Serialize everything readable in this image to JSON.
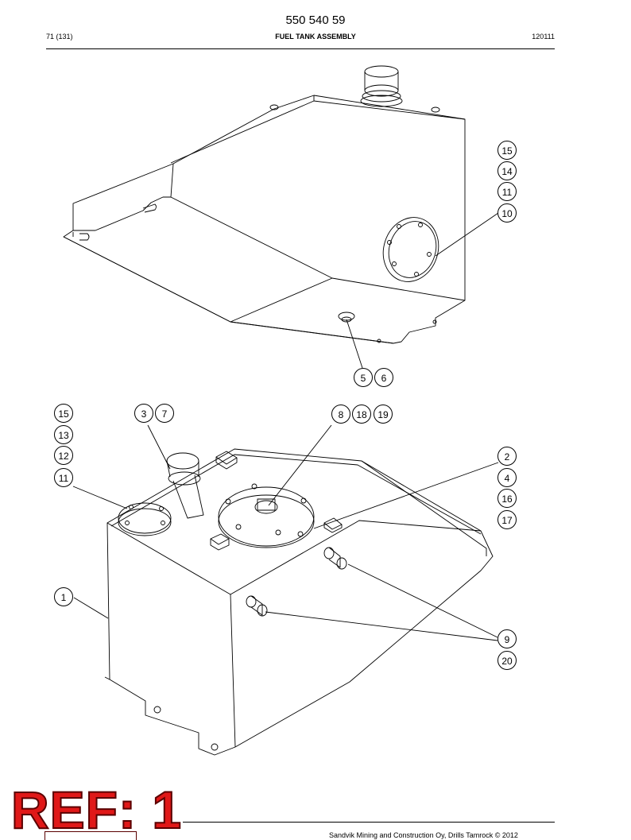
{
  "header": {
    "document_number": "550 540 59",
    "page": "71 (131)",
    "title": "FUEL TANK ASSEMBLY",
    "date": "120111"
  },
  "callouts": {
    "top": [
      "15",
      "14",
      "11",
      "10",
      "5",
      "6"
    ],
    "bottom": [
      "15",
      "13",
      "12",
      "11",
      "3",
      "7",
      "8",
      "18",
      "19",
      "2",
      "4",
      "16",
      "17",
      "1",
      "9",
      "20"
    ]
  },
  "stamp": "REF: 1",
  "footer": {
    "copyright": "Sandvik Mining and Construction Oy, Drills Tamrock © 2012"
  }
}
